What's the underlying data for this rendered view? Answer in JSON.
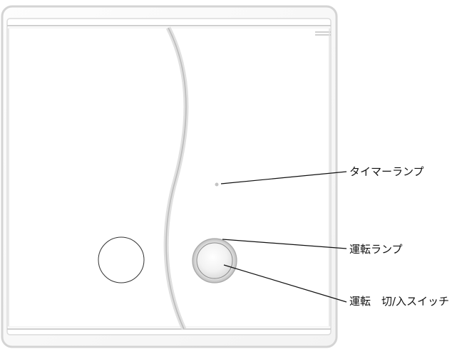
{
  "callouts": {
    "timer_lamp": "タイマーランプ",
    "run_lamp": "運転ランプ",
    "run_switch": "運転　切/入スイッチ"
  },
  "colors": {
    "panel_face": "#ffffff",
    "panel_edge": "#d6d6d6",
    "accent_line": "#c2c2c2",
    "leader_line": "#111111",
    "lamp_dot": "#c8c8c8"
  }
}
